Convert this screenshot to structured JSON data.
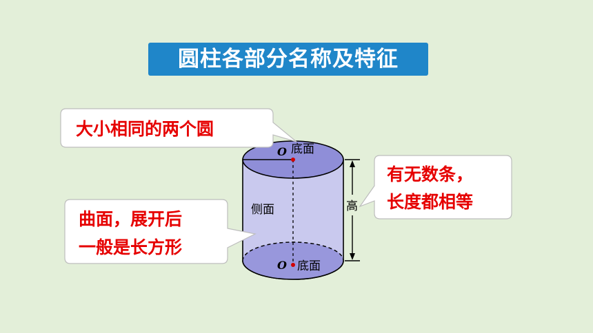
{
  "title": "圆柱各部分名称及特征",
  "labels": {
    "top_base": "底面",
    "bottom_base": "底面",
    "top_center": "O",
    "bottom_center": "O",
    "side": "侧面",
    "height": "高"
  },
  "callouts": {
    "bases": [
      "大小相同的两个圆"
    ],
    "height": [
      "有无数条，",
      "长度都相等"
    ],
    "side": [
      "曲面，展开后",
      "一般是长方形"
    ]
  },
  "colors": {
    "background": "#e3efd9",
    "title_bg": "#1f86c9",
    "cylinder_fill": "#c9c9ee",
    "base_fill": "#8f8ed8",
    "callout_text": "#e60000",
    "center_dot": "#d10000"
  }
}
